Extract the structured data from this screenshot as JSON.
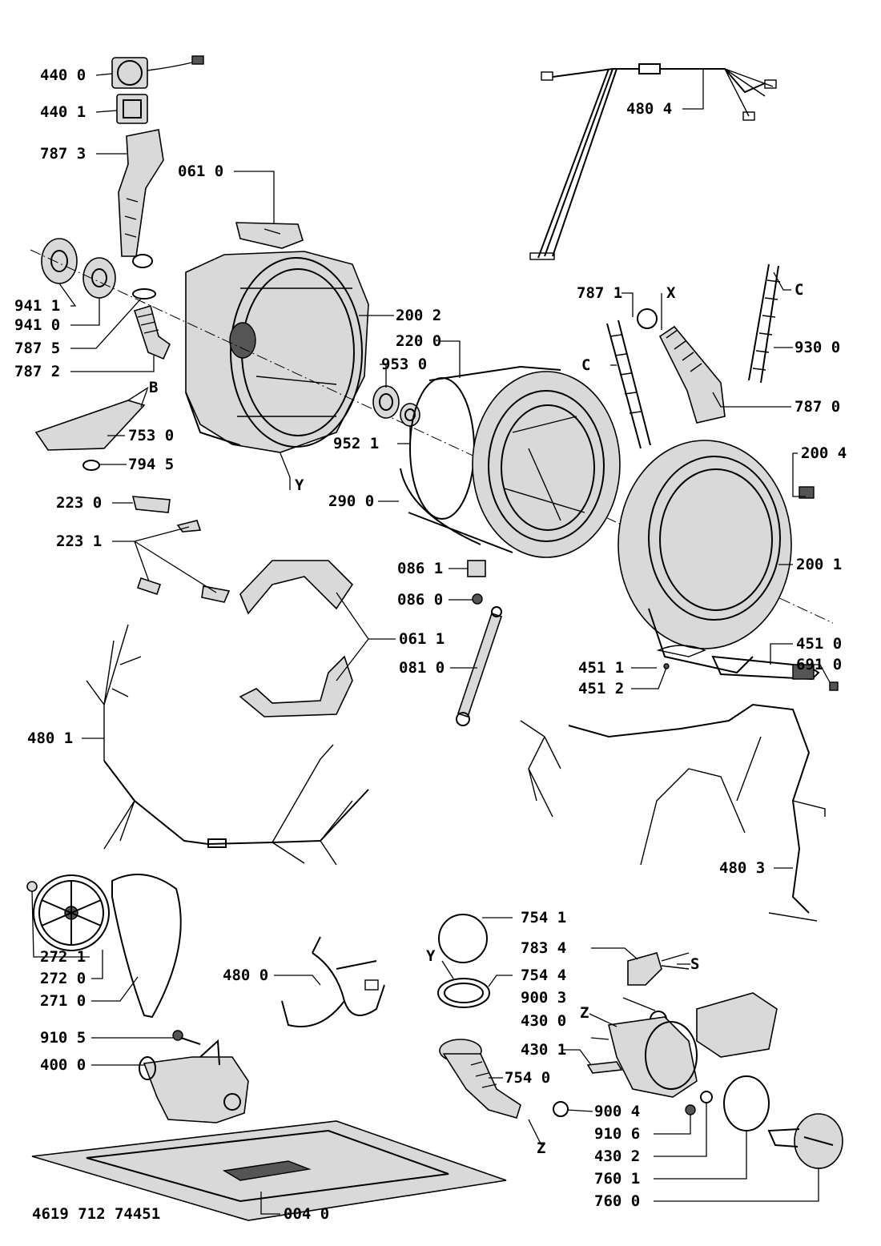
{
  "labels": {
    "l4400": "440 0",
    "l4401": "440 1",
    "l7873": "787 3",
    "l0610": "061 0",
    "l4804": "480 4",
    "l9411": "941 1",
    "l9410": "941 0",
    "l7875": "787 5",
    "l7872": "787 2",
    "l2002": "200 2",
    "l2200": "220 0",
    "l9530": "953 0",
    "l7871": "787 1",
    "lX": "X",
    "lC1": "C",
    "lC2": "C",
    "l9300": "930 0",
    "l7870": "787 0",
    "lB": "B",
    "l7530": "753 0",
    "l7945": "794 5",
    "l9521": "952 1",
    "lY1": "Y",
    "l2004": "200 4",
    "l2230": "223 0",
    "l2900": "290 0",
    "l2231": "223 1",
    "l2001": "200 1",
    "l0861": "086 1",
    "l0860": "086 0",
    "l4510": "451 0",
    "l6910": "691 0",
    "l4511": "451 1",
    "l4512": "451 2",
    "l0611": "061 1",
    "l0810": "081 0",
    "l4801": "480 1",
    "l4803": "480 3",
    "l7541": "754 1",
    "l2721": "272 1",
    "l7834": "783 4",
    "lS": "S",
    "l2720": "272 0",
    "lY2": "Y",
    "l7544": "754 4",
    "l4800": "480 0",
    "l2710": "271 0",
    "l9003": "900 3",
    "l4300": "430 0",
    "lZ1": "Z",
    "l9105": "910 5",
    "l4301": "430 1",
    "l4000": "400 0",
    "l7540": "754 0",
    "l9004": "900 4",
    "l9106": "910 6",
    "lZ2": "Z",
    "l4302": "430 2",
    "l7601": "760 1",
    "l7600": "760 0",
    "l0040": "004 0",
    "docnum": "4619 712 74451"
  }
}
